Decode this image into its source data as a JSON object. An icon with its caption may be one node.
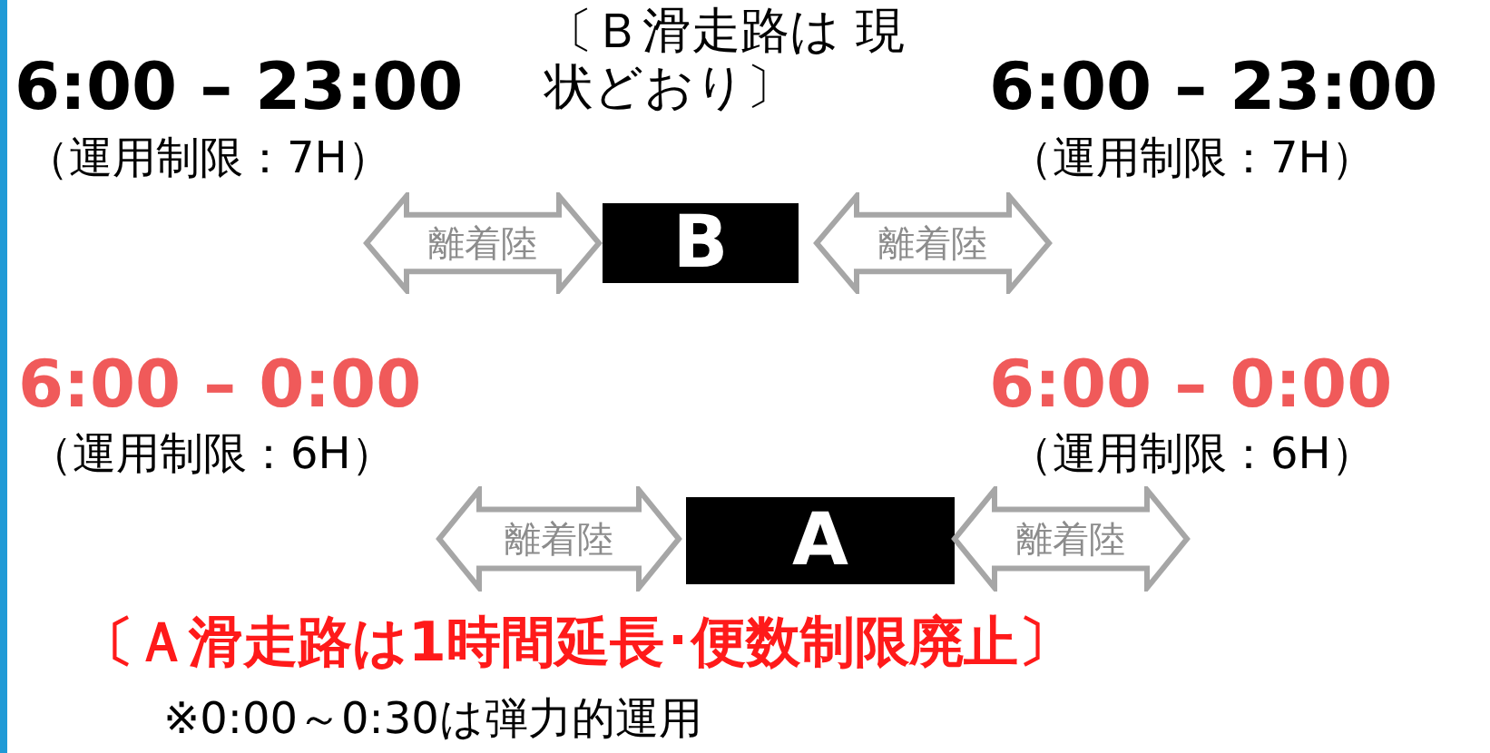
{
  "diagram": {
    "nodes": [
      {
        "text": [
          "離着陸"
        ]
      },
      {
        "text": [
          "B"
        ]
      },
      {
        "text": [
          "離着陸"
        ]
      },
      {
        "text": [
          "離着陸"
        ]
      },
      {
        "text": [
          "A"
        ]
      },
      {
        "text": [
          "離着陸"
        ]
      }
    ],
    "labels": [
      "〔Ｂ滑走路は 現状どおり〕",
      "6:00 – 23:00",
      "（運用制限：7H）",
      "6:00 – 23:00",
      "（運用制限：7H）",
      "6:00 – 0:00",
      "（運用制限：6H）",
      "6:00 – 0:00",
      "（運用制限：6H）",
      "〔Ａ滑走路は1時間延長･便数制限廃止〕",
      "※0:00～0:30は弾力的運用"
    ]
  }
}
